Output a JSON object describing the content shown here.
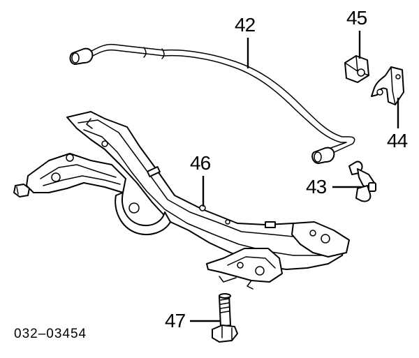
{
  "callouts": {
    "c42": "42",
    "c45": "45",
    "c44": "44",
    "c46": "46",
    "c43": "43",
    "c47": "47"
  },
  "diagram_code": "032–03454"
}
